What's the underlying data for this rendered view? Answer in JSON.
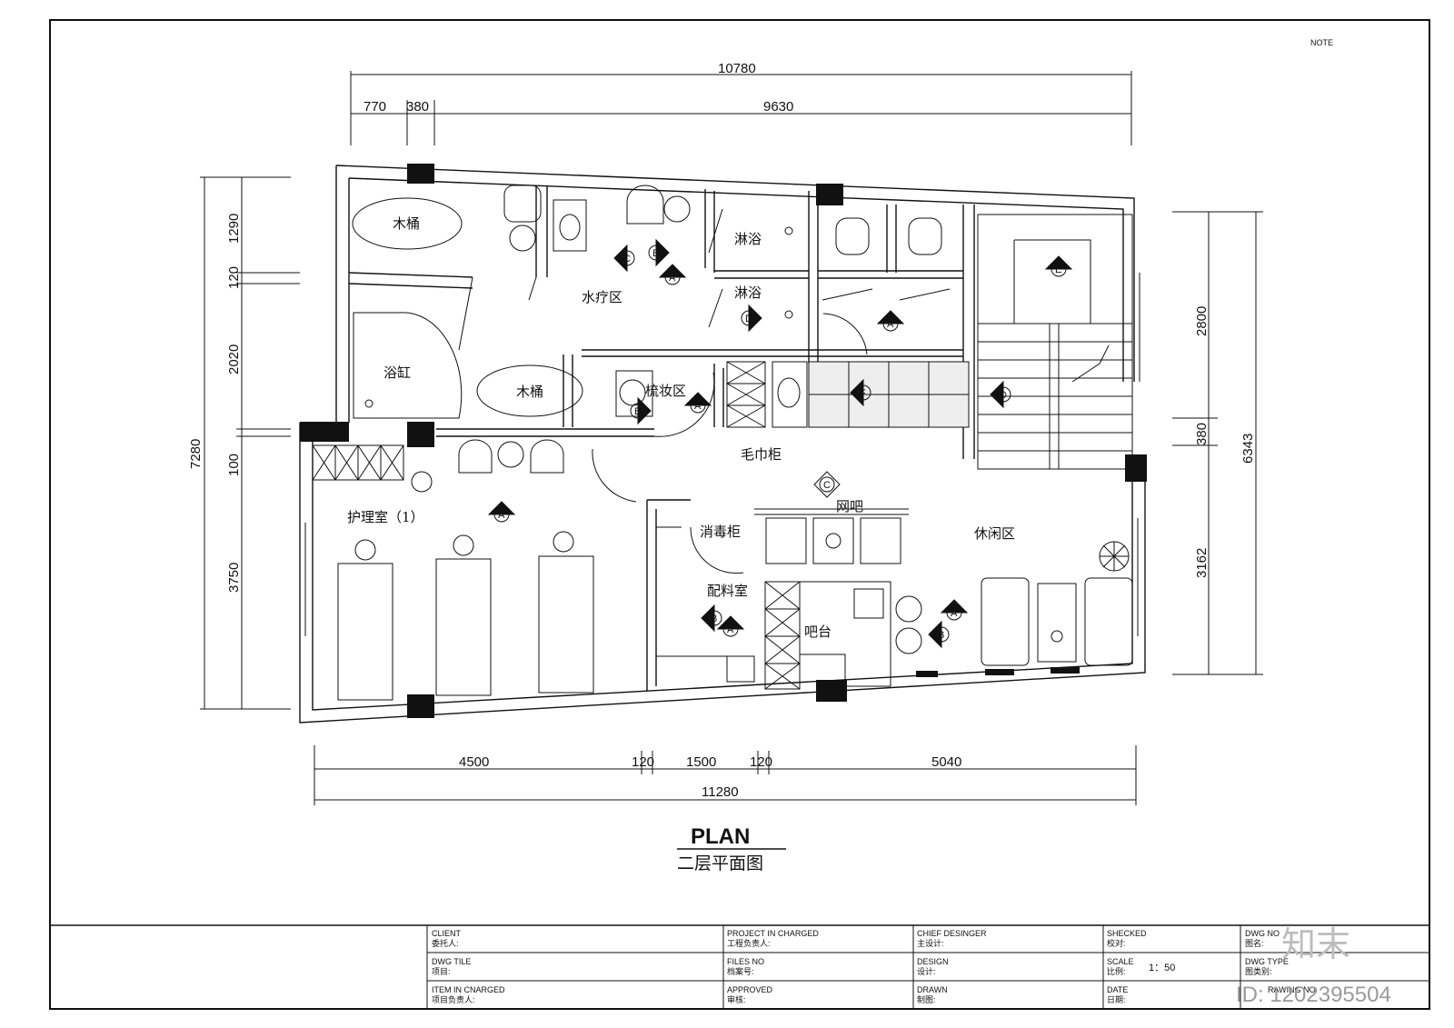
{
  "note": "NOTE",
  "plan": {
    "title": "PLAN",
    "subtitle": "二层平面图"
  },
  "dims": {
    "top_total": "10780",
    "top_a": "770",
    "top_b": "380",
    "top_c": "9630",
    "bot_a": "4500",
    "bot_b": "120",
    "bot_c": "1500",
    "bot_d": "120",
    "bot_e": "5040",
    "bot_total": "11280",
    "left_total": "7280",
    "left_a": "1290",
    "left_b": "120",
    "left_c": "2020",
    "left_d": "100",
    "left_e": "3750",
    "right_a": "2800",
    "right_b": "380",
    "right_c": "3162",
    "right_total": "6343"
  },
  "rooms": {
    "tub1": "木桶",
    "tub2": "木桶",
    "bathtub": "浴缸",
    "shower1": "淋浴",
    "shower2": "淋浴",
    "spa": "水疗区",
    "makeup": "梳妆区",
    "towel": "毛巾柜",
    "care": "护理室（1）",
    "disinfect": "消毒柜",
    "prep": "配料室",
    "bar": "吧台",
    "net": "网吧",
    "leisure": "休闲区"
  },
  "markers": {
    "A": "A",
    "B": "B",
    "C": "C",
    "D": "D",
    "E": "E",
    "F": "F"
  },
  "title_block": {
    "client_en": "CLIENT",
    "client_cn": "委托人:",
    "dwg_tile_en": "DWG  TILE",
    "dwg_tile_cn": "项目:",
    "item_en": "ITEM  IN  CNARGED",
    "item_cn": "项目负责人:",
    "project_en": "PROJECT IN CHARGED",
    "project_cn": "工程负责人:",
    "files_en": "FILES  NO",
    "files_cn": "档案号:",
    "approved_en": "APPROVED",
    "approved_cn": "审核:",
    "chief_en": "CHIEF  DESINGER",
    "chief_cn": "主设计:",
    "design_en": "DESIGN",
    "design_cn": "设计:",
    "drawn_en": "DRAWN",
    "drawn_cn": "制图:",
    "checked_en": "SHECKED",
    "checked_cn": "校对:",
    "scale_en": "SCALE",
    "scale_cn": "比例:",
    "scale_value": "1：50",
    "date_en": "DATE",
    "date_cn": "日期:",
    "dwg_no_en": "DWG  NO",
    "dwg_no_cn": "图名:",
    "dwg_type_en": "DWG  TYPE",
    "dwg_type_cn": "图类别:",
    "drawing_no_en": "RAWING  NO"
  },
  "watermark": {
    "logo": "知末",
    "id": "ID: 1202395504"
  }
}
